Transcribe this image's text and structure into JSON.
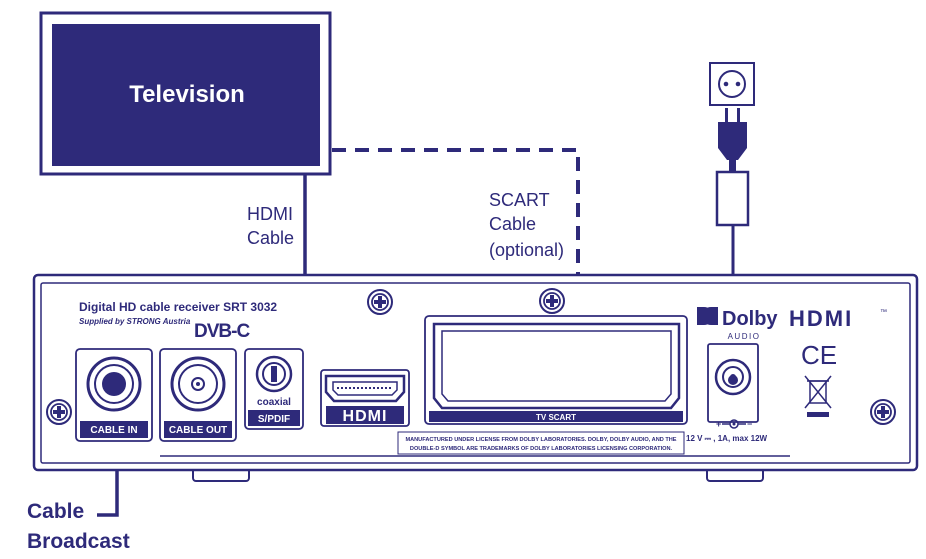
{
  "colors": {
    "primary": "#2e2a7a",
    "tv_fill": "#2e2a7a",
    "background": "#ffffff",
    "label_text": "#2e2a7a"
  },
  "tv": {
    "label": "Television"
  },
  "cables": {
    "hdmi": [
      "HDMI",
      "Cable"
    ],
    "scart": [
      "SCART",
      "Cable",
      "(optional)"
    ],
    "broadcast": [
      "Cable",
      "Broadcast"
    ]
  },
  "receiver": {
    "model": "Digital HD cable receiver SRT 3032",
    "supplier": "Supplied by STRONG Austria",
    "dvb_logo": "DVB-C",
    "ports": {
      "cable_in": "CABLE IN",
      "cable_out": "CABLE OUT",
      "coaxial": "coaxial",
      "spdif": "S/PDIF",
      "hdmi": "HDMI",
      "scart": "TV SCART"
    },
    "dolby_brand": "Dolby",
    "dolby_sub": "AUDIO",
    "hdmi_logo": "HDMI",
    "tm": "™",
    "ce_mark": "CE",
    "license_lines": [
      "MANUFACTURED UNDER LICENSE FROM DOLBY LABORATORIES. DOLBY, DOLBY AUDIO, AND THE",
      "DOUBLE-D SYMBOL ARE TRADEMARKS OF DOLBY LABORATORIES LICENSING CORPORATION."
    ],
    "power_rating": "12 V ⎓ , 1A, max 12W"
  },
  "icons": [
    "wall-socket-icon",
    "power-plug-icon",
    "power-adapter-icon",
    "screw-icon",
    "dolby-double-d-icon",
    "weee-bin-icon",
    "polarity-icon"
  ]
}
